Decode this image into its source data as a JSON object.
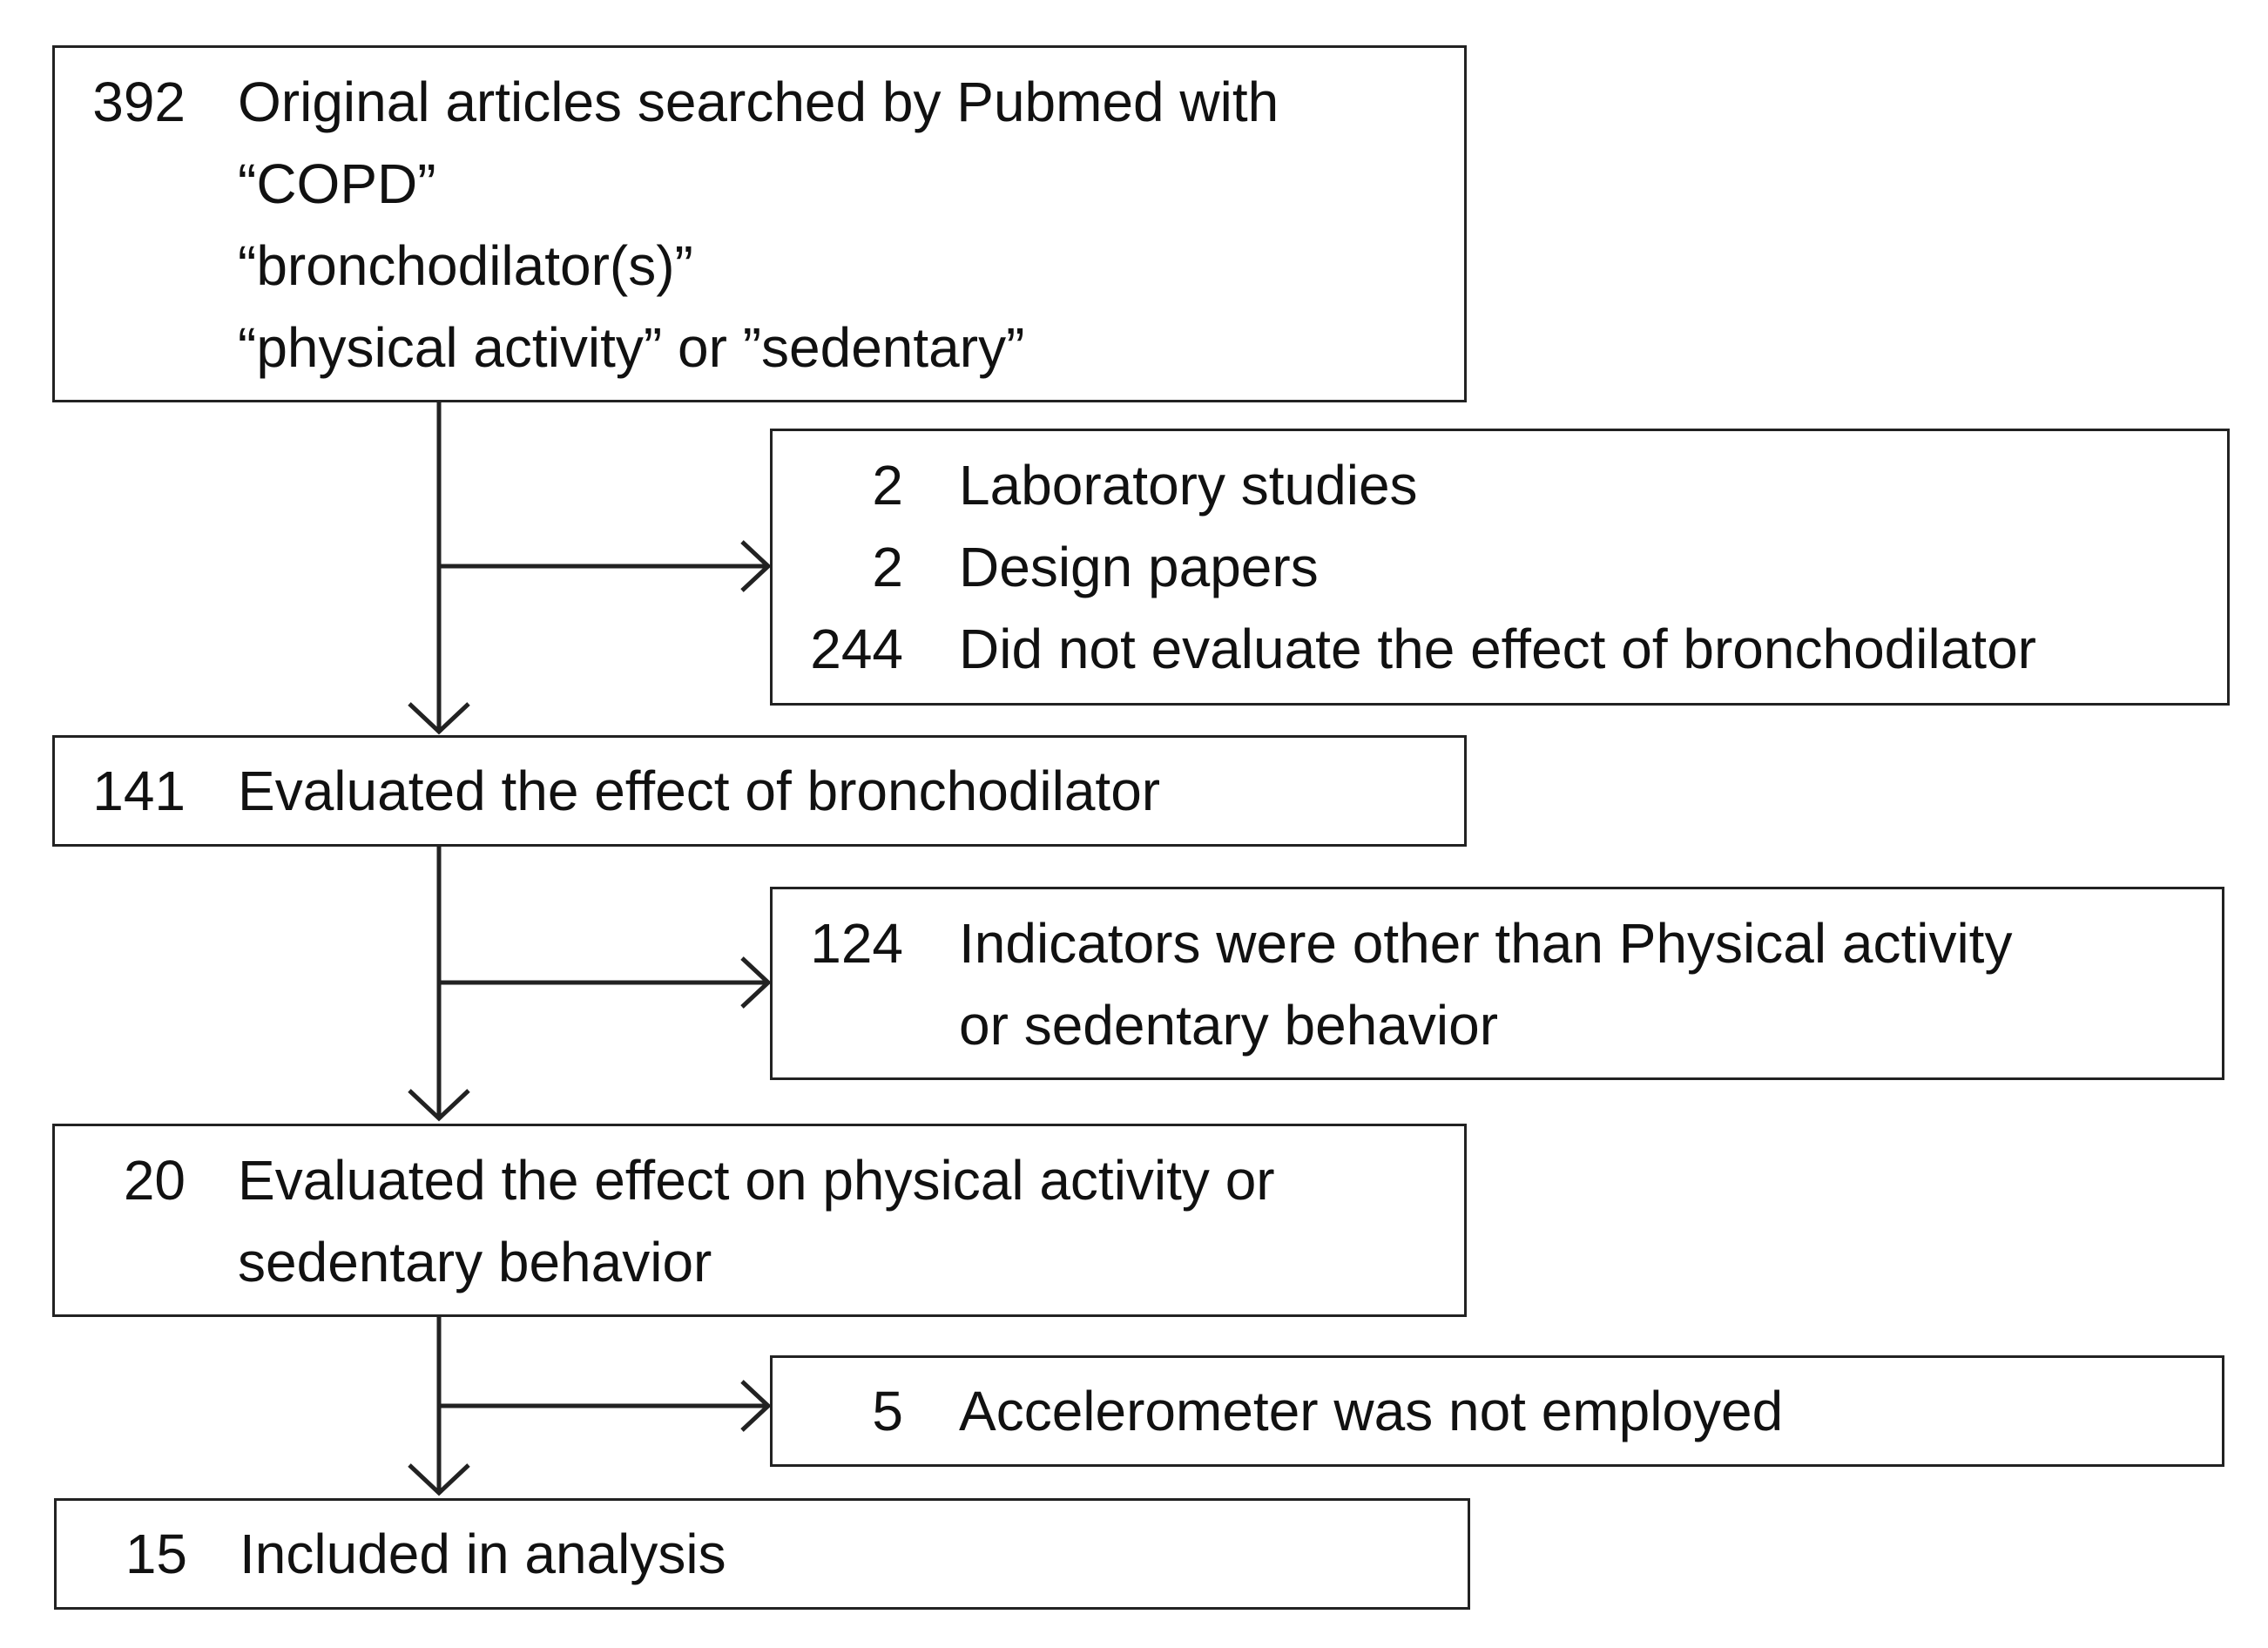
{
  "flowchart": {
    "main_boxes": [
      {
        "count": "392",
        "lines": [
          "Original articles searched by Pubmed with",
          "“COPD”",
          "“bronchodilator(s)”",
          "“physical activity” or ”sedentary”"
        ]
      },
      {
        "count": "141",
        "lines": [
          "Evaluated the effect of bronchodilator"
        ]
      },
      {
        "count": "20",
        "lines": [
          "Evaluated the effect on physical activity or",
          "sedentary behavior"
        ]
      },
      {
        "count": "15",
        "lines": [
          "Included in analysis"
        ]
      }
    ],
    "exclusion_boxes": [
      {
        "items": [
          {
            "count": "2",
            "text": "Laboratory studies"
          },
          {
            "count": "2",
            "text": "Design papers"
          },
          {
            "count": "244",
            "text": "Did not evaluate the effect of bronchodilator"
          }
        ]
      },
      {
        "items": [
          {
            "count": "124",
            "text": "Indicators were other than Physical activity"
          },
          {
            "count": "",
            "text": "or sedentary behavior"
          }
        ]
      },
      {
        "items": [
          {
            "count": "5",
            "text": "Accelerometer was not employed"
          }
        ]
      }
    ],
    "line_color": "#222222"
  }
}
